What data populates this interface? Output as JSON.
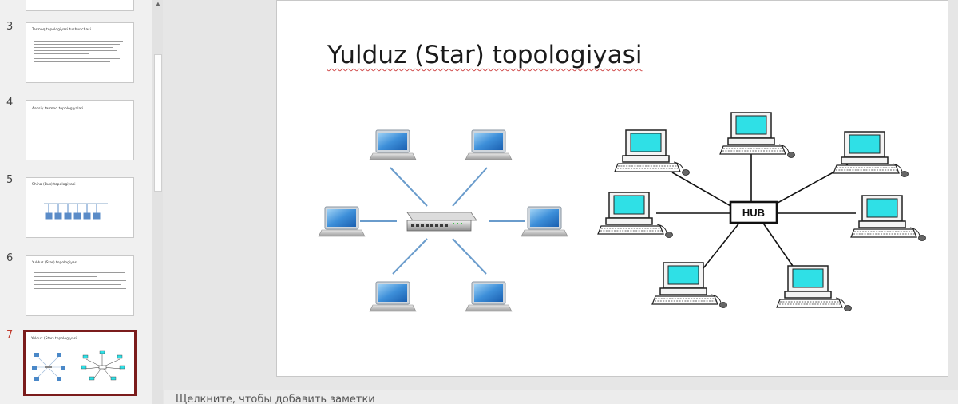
{
  "thumbnails": [
    {
      "number": "3",
      "title": "Tarmoq topologiyasi tushunchasi"
    },
    {
      "number": "4",
      "title": "Asosiy tarmoq topologiyalari"
    },
    {
      "number": "5",
      "title": "Shina (Bus) topologiyasi"
    },
    {
      "number": "6",
      "title": "Yulduz (Star) topologiyasi"
    },
    {
      "number": "7",
      "title": "Yulduz (Star) topologiyasi"
    }
  ],
  "selected_slide": "7",
  "slide": {
    "title": "Yulduz (Star) topologiyasi",
    "hub_label": "HUB"
  },
  "notes": {
    "placeholder": "Щелкните, чтобы добавить заметки"
  },
  "colors": {
    "selection_border": "#7b1c1c",
    "active_number": "#c0392b",
    "screen_cyan": "#2fe0e6",
    "link_blue": "#6a9ccc"
  }
}
